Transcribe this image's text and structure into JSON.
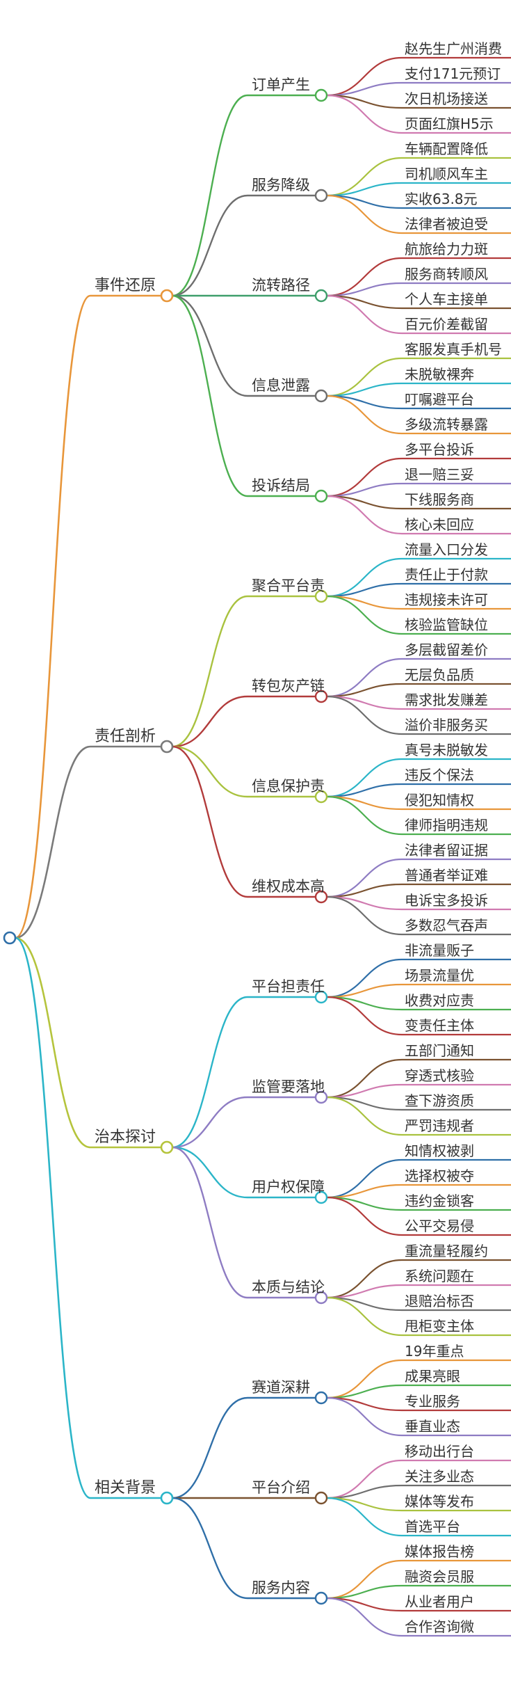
{
  "root": {
    "label": ""
  },
  "branches": [
    {
      "label": "事件还原",
      "color": "#E8963A",
      "children": [
        {
          "label": "订单产生",
          "color": "#4CAF50",
          "leaves": [
            "赵先生广州消费",
            "支付171元预订",
            "次日机场接送",
            "页面红旗H5示"
          ],
          "leaf_colors": [
            "#B23B3B",
            "#8E7CC3",
            "#7A5230",
            "#D07AB0"
          ]
        },
        {
          "label": "服务降级",
          "color": "#6E6E6E",
          "leaves": [
            "车辆配置降低",
            "司机顺风车主",
            "实收63.8元",
            "法律者被迫受"
          ],
          "leaf_colors": [
            "#A9C23F",
            "#2BB5C8",
            "#2F6FA8",
            "#E8963A"
          ]
        },
        {
          "label": "流转路径",
          "color": "#3E9E6B",
          "leaves": [
            "航旅给力力斑",
            "服务商转顺风",
            "个人车主接单",
            "百元价差截留"
          ],
          "leaf_colors": [
            "#B23B3B",
            "#8E7CC3",
            "#7A5230",
            "#D07AB0"
          ]
        },
        {
          "label": "信息泄露",
          "color": "#6E6E6E",
          "leaves": [
            "客服发真手机号",
            "未脱敏裸奔",
            "叮嘱避平台",
            "多级流转暴露"
          ],
          "leaf_colors": [
            "#A9C23F",
            "#2BB5C8",
            "#2F6FA8",
            "#E8963A"
          ]
        },
        {
          "label": "投诉结局",
          "color": "#4CAF50",
          "leaves": [
            "多平台投诉",
            "退一赔三妥",
            "下线服务商",
            "核心未回应"
          ],
          "leaf_colors": [
            "#B23B3B",
            "#8E7CC3",
            "#7A5230",
            "#D07AB0"
          ]
        }
      ]
    },
    {
      "label": "责任剖析",
      "color": "#7A7A7A",
      "children": [
        {
          "label": "聚合平台责",
          "color": "#A9C23F",
          "leaves": [
            "流量入口分发",
            "责任止于付款",
            "违规接未许可",
            "核验监管缺位"
          ],
          "leaf_colors": [
            "#2BB5C8",
            "#2F6FA8",
            "#E8963A",
            "#4CAF50"
          ]
        },
        {
          "label": "转包灰产链",
          "color": "#B23B3B",
          "leaves": [
            "多层截留差价",
            "无层负品质",
            "需求批发赚差",
            "溢价非服务买"
          ],
          "leaf_colors": [
            "#8E7CC3",
            "#7A5230",
            "#D07AB0",
            "#6E6E6E"
          ]
        },
        {
          "label": "信息保护责",
          "color": "#A9C23F",
          "leaves": [
            "真号未脱敏发",
            "违反个保法",
            "侵犯知情权",
            "律师指明违规"
          ],
          "leaf_colors": [
            "#2BB5C8",
            "#2F6FA8",
            "#E8963A",
            "#4CAF50"
          ]
        },
        {
          "label": "维权成本高",
          "color": "#B23B3B",
          "leaves": [
            "法律者留证据",
            "普通者举证难",
            "电诉宝多投诉",
            "多数忍气吞声"
          ],
          "leaf_colors": [
            "#8E7CC3",
            "#7A5230",
            "#D07AB0",
            "#6E6E6E"
          ]
        }
      ]
    },
    {
      "label": "治本探讨",
      "color": "#B5C43C",
      "children": [
        {
          "label": "平台担责任",
          "color": "#2BB5C8",
          "leaves": [
            "非流量贩子",
            "场景流量优",
            "收费对应责",
            "变责任主体"
          ],
          "leaf_colors": [
            "#2F6FA8",
            "#E8963A",
            "#4CAF50",
            "#B23B3B"
          ]
        },
        {
          "label": "监管要落地",
          "color": "#8E7CC3",
          "leaves": [
            "五部门通知",
            "穿透式核验",
            "查下游资质",
            "严罚违规者"
          ],
          "leaf_colors": [
            "#7A5230",
            "#D07AB0",
            "#6E6E6E",
            "#A9C23F"
          ]
        },
        {
          "label": "用户权保障",
          "color": "#2BB5C8",
          "leaves": [
            "知情权被剥",
            "选择权被夺",
            "违约金锁客",
            "公平交易侵"
          ],
          "leaf_colors": [
            "#2F6FA8",
            "#E8963A",
            "#4CAF50",
            "#B23B3B"
          ]
        },
        {
          "label": "本质与结论",
          "color": "#8E7CC3",
          "leaves": [
            "重流量轻履约",
            "系统问题在",
            "退赔治标否",
            "甩柜变主体"
          ],
          "leaf_colors": [
            "#7A5230",
            "#D07AB0",
            "#6E6E6E",
            "#A9C23F"
          ]
        }
      ]
    },
    {
      "label": "相关背景",
      "color": "#2BB5C8",
      "children": [
        {
          "label": "赛道深耕",
          "color": "#2F6FA8",
          "leaves": [
            "19年重点",
            "成果亮眼",
            "专业服务",
            "垂直业态"
          ],
          "leaf_colors": [
            "#E8963A",
            "#4CAF50",
            "#B23B3B",
            "#8E7CC3"
          ]
        },
        {
          "label": "平台介绍",
          "color": "#7A5230",
          "leaves": [
            "移动出行台",
            "关注多业态",
            "媒体等发布",
            "首选平台"
          ],
          "leaf_colors": [
            "#D07AB0",
            "#6E6E6E",
            "#A9C23F",
            "#2BB5C8"
          ]
        },
        {
          "label": "服务内容",
          "color": "#2F6FA8",
          "leaves": [
            "媒体报告榜",
            "融资会员服",
            "从业者用户",
            "合作咨询微"
          ],
          "leaf_colors": [
            "#E8963A",
            "#4CAF50",
            "#B23B3B",
            "#8E7CC3"
          ]
        }
      ]
    }
  ]
}
